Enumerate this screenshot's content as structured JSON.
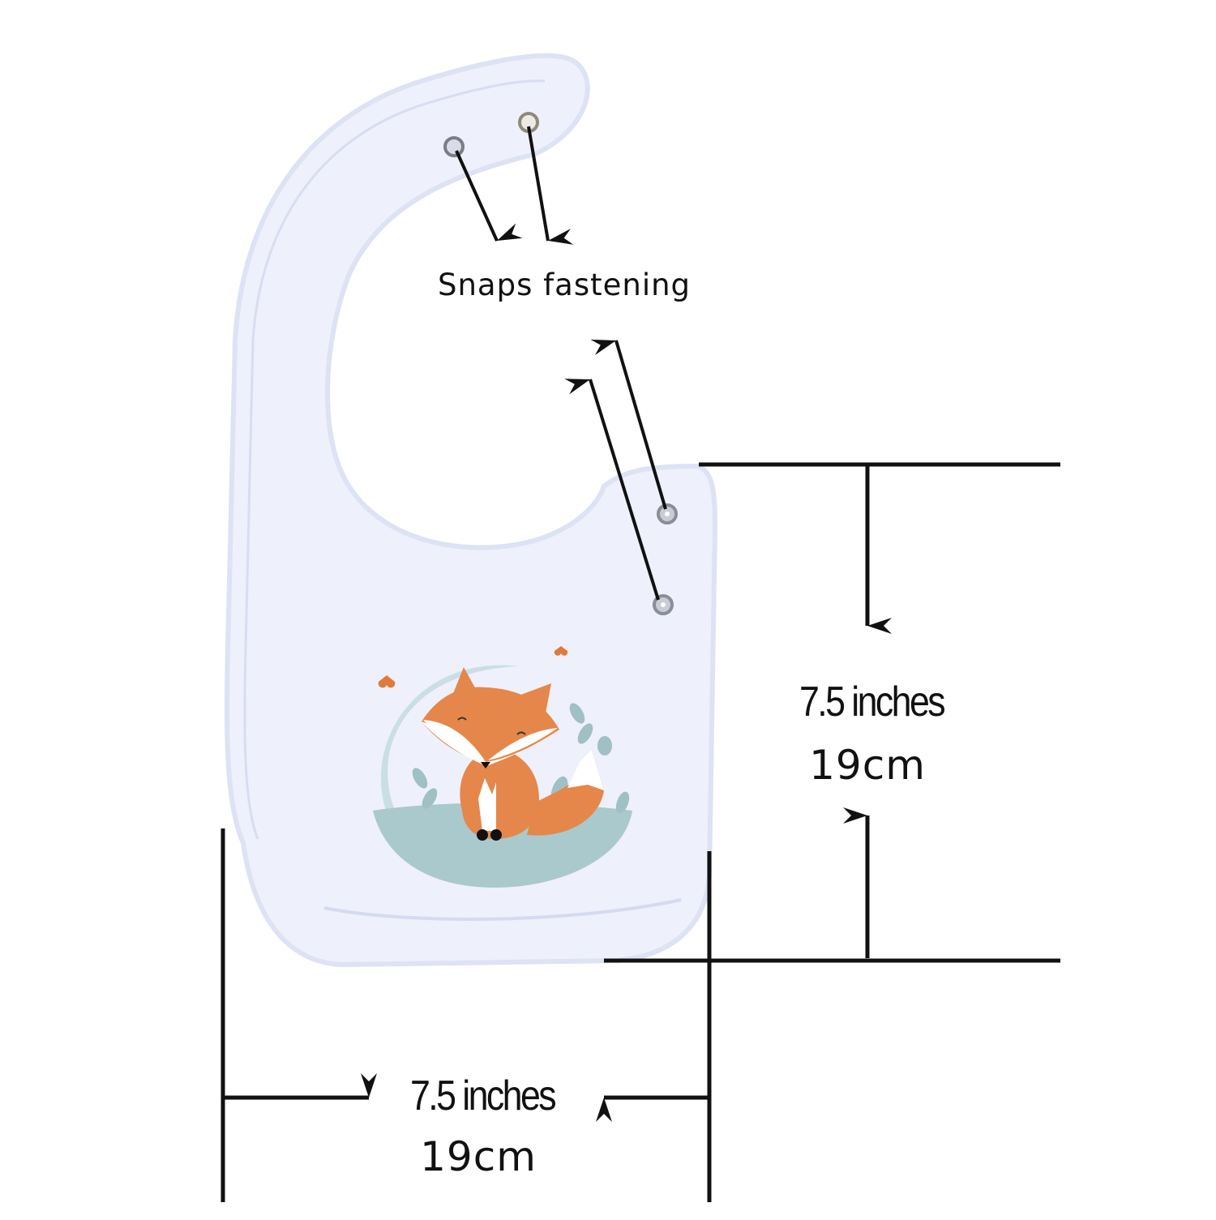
{
  "product": {
    "type": "baby bib",
    "print": "sleeping fox on crescent moon",
    "colors": {
      "bib": "#eef0fb",
      "bib_shadow": "#dde2f4",
      "moon": "#c8dfe3",
      "ground": "#a9c9cd",
      "fox": "#e5874a",
      "leaves": "#9fc0c4",
      "hearts": "#e07a3a",
      "lines": "#111111"
    }
  },
  "annotations": {
    "snaps_label": "Snaps fastening",
    "height": {
      "inches": "7.5 inches",
      "cm": "19cm"
    },
    "width": {
      "inches": "7.5 inches",
      "cm": "19cm"
    }
  }
}
